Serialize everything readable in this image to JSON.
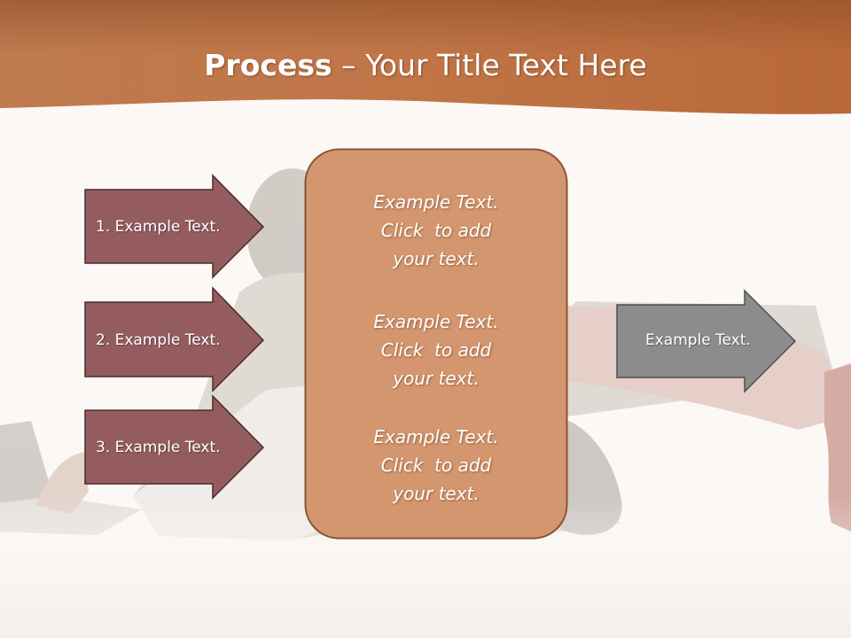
{
  "slide": {
    "title_bold": "Process",
    "title_rest": " – Your Title Text Here",
    "left_steps": [
      {
        "label": "1. Example Text."
      },
      {
        "label": "2. Example Text."
      },
      {
        "label": "3. Example Text."
      }
    ],
    "center_box": {
      "paragraphs": [
        {
          "line1": "Example Text.",
          "line2": "Click  to add",
          "line3": "your text."
        },
        {
          "line1": "Example Text.",
          "line2": "Click  to add",
          "line3": "your text."
        },
        {
          "line1": "Example Text.",
          "line2": "Click  to add",
          "line3": "your text."
        }
      ]
    },
    "right_output": {
      "label": "Example Text."
    }
  },
  "colors": {
    "header_band": "#b8683a",
    "left_arrow_fill": "#955c5f",
    "center_box_fill": "#d4966e",
    "center_box_border": "#8a5535",
    "right_arrow_fill": "#8c8c8c",
    "background": "#fbf8f5"
  }
}
